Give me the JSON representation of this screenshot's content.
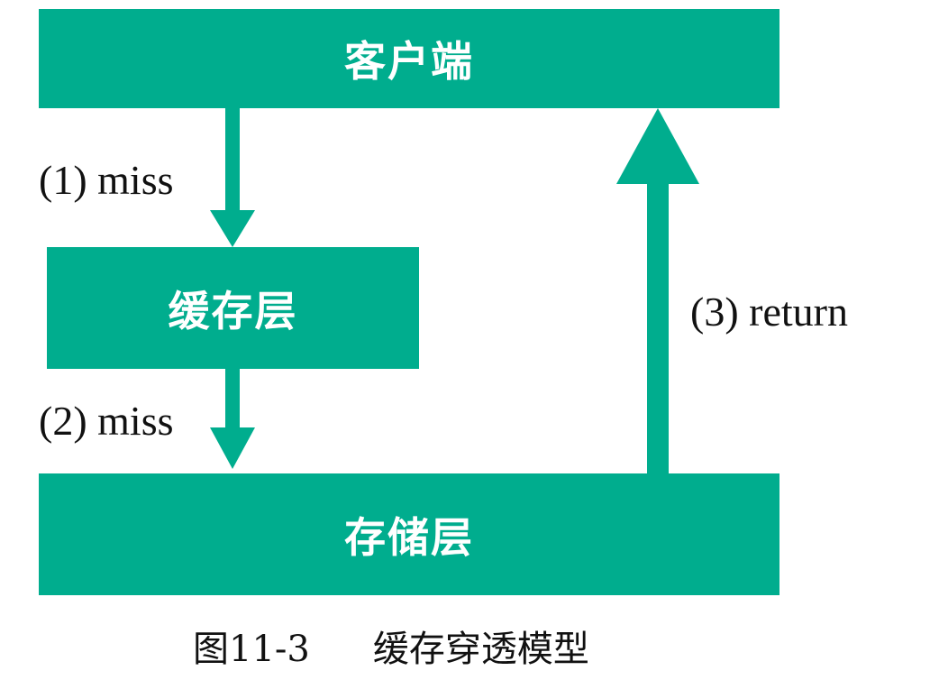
{
  "nodes": {
    "client": "客户端",
    "cache": "缓存层",
    "storage": "存储层"
  },
  "edges": [
    {
      "from": "client",
      "to": "cache",
      "label": "(1) miss"
    },
    {
      "from": "cache",
      "to": "storage",
      "label": "(2) miss"
    },
    {
      "from": "storage",
      "to": "client",
      "label": "(3) return"
    }
  ],
  "caption": {
    "figure_number": "图11-3",
    "title": "缓存穿透模型"
  },
  "colors": {
    "box_fill": "#00ad8e",
    "box_text": "#ffffff",
    "label_text": "#111111"
  }
}
